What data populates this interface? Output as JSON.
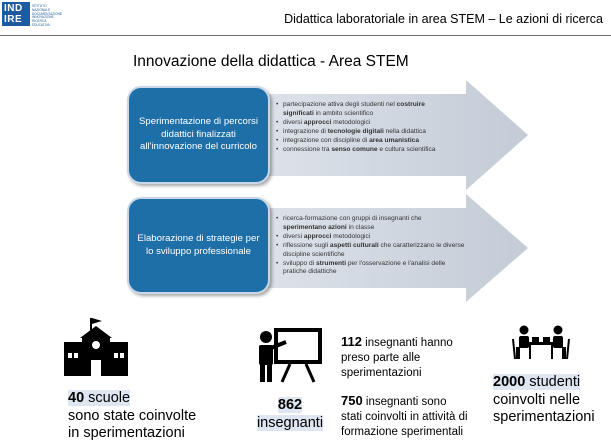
{
  "header": {
    "logo_main": "IND\nIRE",
    "logo_small": "ISTITUTO NAZIONALE DOCUMENTAZIONE INNOVAZIONE RICERCA EDUCATIVA",
    "title": "Didattica laboratoriale in area STEM – Le azioni di ricerca"
  },
  "section_title": "Innovazione della didattica - Area STEM",
  "boxes": [
    {
      "label": "Sperimentazione di percorsi didattici finalizzati all'innovazione del curricolo",
      "bullets": [
        {
          "pre": "partecipazione attiva degli studenti nel ",
          "bold": "costruire significati",
          "post": " in ambito scientifico"
        },
        {
          "pre": "diversi ",
          "bold": "approcci",
          "post": " metodologici"
        },
        {
          "pre": "integrazione di ",
          "bold": "tecnologie digitali",
          "post": " nella didattica"
        },
        {
          "pre": "integrazione con discipline di ",
          "bold": "area umanistica",
          "post": ""
        },
        {
          "pre": "connessione tra ",
          "bold": "senso comune",
          "post": " e cultura scientifica"
        }
      ]
    },
    {
      "label": "Elaborazione di strategie per lo sviluppo professionale",
      "bullets": [
        {
          "pre": "ricerca-formazione con gruppi di insegnanti che ",
          "bold": "sperimentano azioni",
          "post": " in classe"
        },
        {
          "pre": "diversi ",
          "bold": "approcci",
          "post": " metodologici"
        },
        {
          "pre": "riflessione sugli ",
          "bold": "aspetti culturali",
          "post": " che caratterizzano le diverse discipline scientifiche"
        },
        {
          "pre": "sviluppo di ",
          "bold": "strumenti",
          "post": " per l'osservazione e l'analisi delle pratiche didattiche"
        }
      ]
    }
  ],
  "stats": {
    "schools_number": "40",
    "schools_word": " scuole",
    "schools_line2": "sono state coinvolte",
    "schools_line3": "in sperimentazioni",
    "teachers_number": "862",
    "teachers_word": "insegnanti",
    "t112_number": "112",
    "t112_text_1": " insegnanti hanno",
    "t112_text_2": "preso parte alle",
    "t112_text_3": "sperimentazioni",
    "t750_number": "750",
    "t750_text_1": " insegnanti sono",
    "t750_text_2": "stati coinvolti in attività di",
    "t750_text_3": "formazione sperimentali",
    "students_number": "2000",
    "students_word": " studenti",
    "students_line2": "coinvolti nelle",
    "students_line3": "sperimentazioni"
  },
  "colors": {
    "accent_blue": "#1e6fa8",
    "arrow_grey": "#c7cfd9",
    "highlight": "#dde6f1"
  },
  "icons": [
    "school-icon",
    "teacher-board-icon",
    "students-table-icon"
  ]
}
